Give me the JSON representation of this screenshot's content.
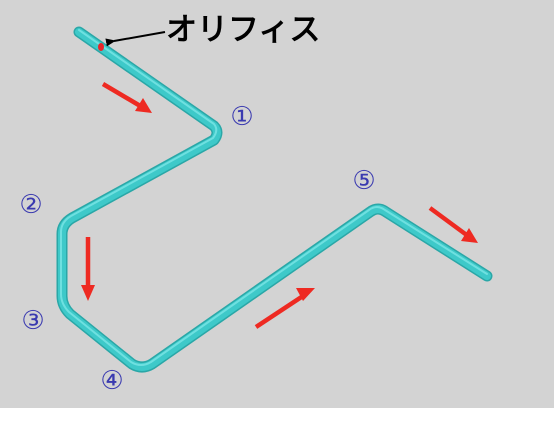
{
  "colors": {
    "background": "#d3d3d3",
    "pipe": "#3ec9c9",
    "pipe_dark": "#2aa7a7",
    "pipe_highlight": "#8ff0f0",
    "flow_arrow": "#ee2a22",
    "orifice_marker": "#e8262a",
    "point_label": "#3a3ab0",
    "orifice_label": "#000000"
  },
  "orifice_label": "オリフィス",
  "points": [
    "①",
    "②",
    "③",
    "④",
    "⑤"
  ]
}
